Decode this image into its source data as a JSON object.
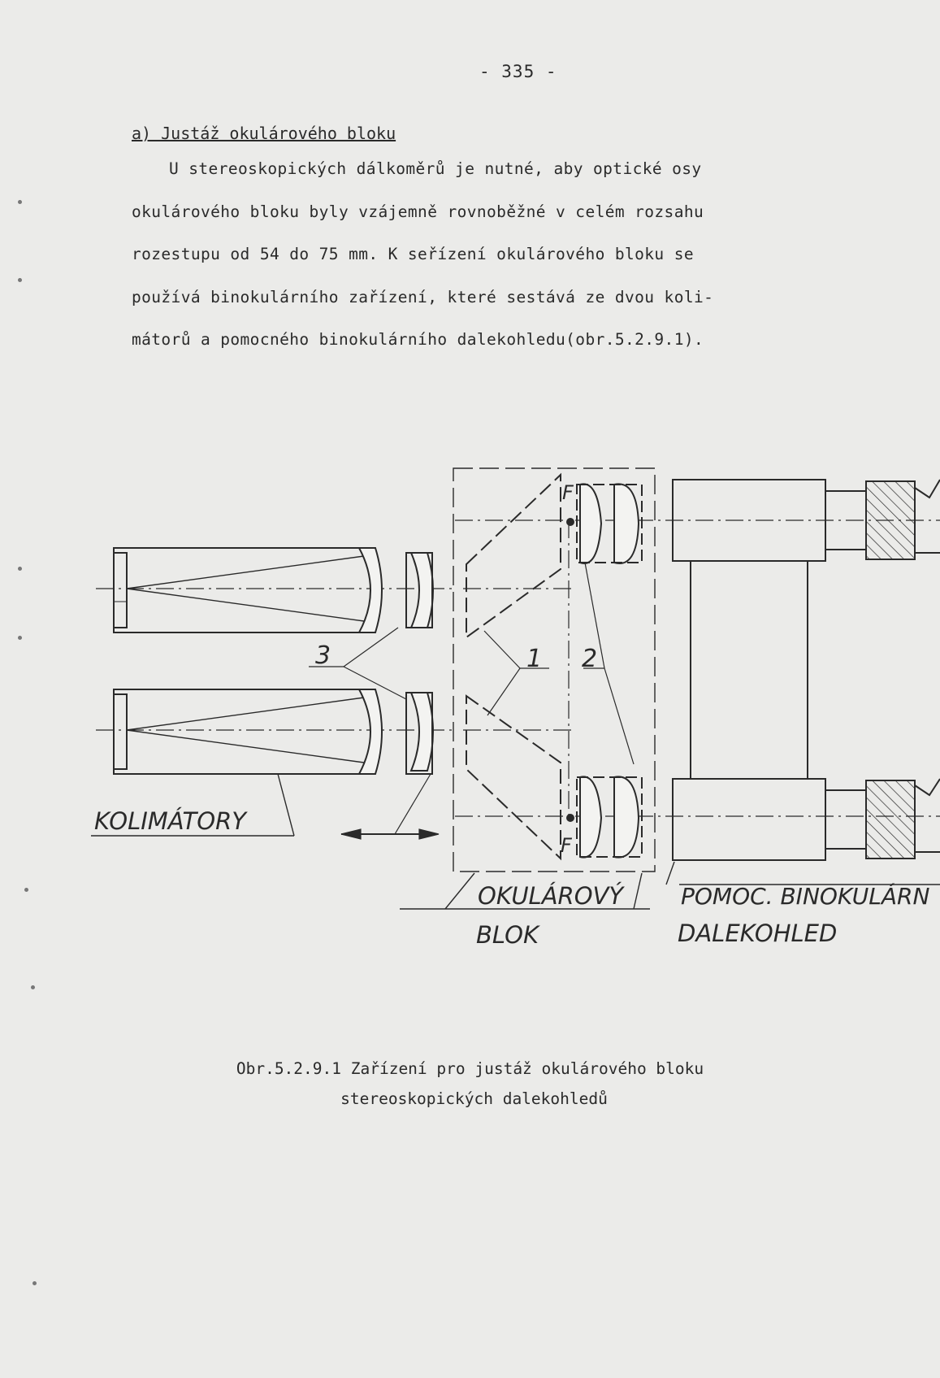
{
  "page": {
    "number": "- 335 -",
    "section_heading": "a) Justáž okulárového bloku",
    "paragraph_lines": [
      "U stereoskopických dálkoměrů je nutné, aby optické osy",
      "okulárového bloku byly vzájemně rovnoběžné v celém rozsahu",
      "rozestupu od 54 do 75 mm. K seřízení okulárového bloku se",
      "používá binokulárního zařízení, které sestává ze dvou koli-",
      "mátorů a pomocného binokulárního dalekohledu(obr.5.2.9.1)."
    ]
  },
  "figure": {
    "labels": {
      "kolimatory": "KOLIMÁTORY",
      "okularovy": "OKULÁROVÝ",
      "blok": "BLOK",
      "pomoc": "POMOC. BINOKULÁRN",
      "dalekohled": "DALEKOHLED",
      "num1": "1",
      "num2": "2",
      "num3": "3",
      "focus_top": "F",
      "focus_bottom": "F"
    },
    "caption_line1": "Obr.5.2.9.1 Zařízení pro justáž okulárového bloku",
    "caption_line2": "stereoskopických dalekohledů"
  }
}
